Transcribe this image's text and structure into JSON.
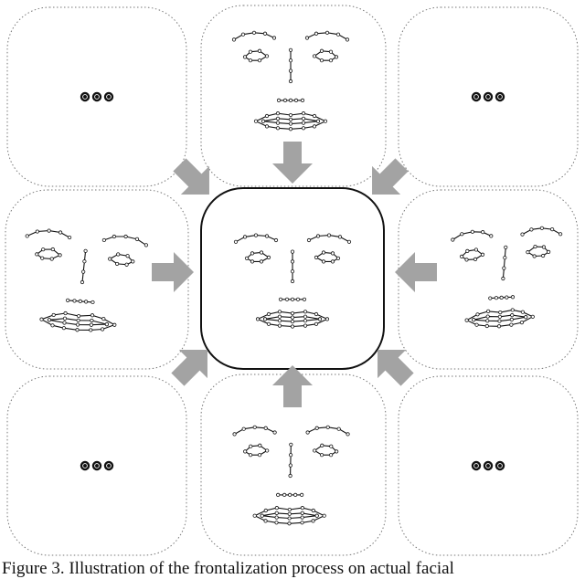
{
  "figure": {
    "caption": "Figure 3. Illustration of the frontalization process on actual facial",
    "center_panel": "frontalized-face",
    "placeholder_text": "•••",
    "panels": [
      {
        "id": "top-left",
        "kind": "placeholder"
      },
      {
        "id": "top-center",
        "kind": "face"
      },
      {
        "id": "top-right",
        "kind": "placeholder"
      },
      {
        "id": "middle-left",
        "kind": "face"
      },
      {
        "id": "center",
        "kind": "face"
      },
      {
        "id": "middle-right",
        "kind": "face"
      },
      {
        "id": "bottom-left",
        "kind": "placeholder"
      },
      {
        "id": "bottom-center",
        "kind": "face"
      },
      {
        "id": "bottom-right",
        "kind": "placeholder"
      }
    ],
    "arrows": [
      "from-top",
      "from-top-left",
      "from-top-right",
      "from-left",
      "from-right",
      "from-bottom-left",
      "from-bottom",
      "from-bottom-right"
    ],
    "colors": {
      "arrow": "#a3a3a3",
      "landmark": "#111111",
      "panel_border": "#777777",
      "center_border": "#111111"
    }
  }
}
